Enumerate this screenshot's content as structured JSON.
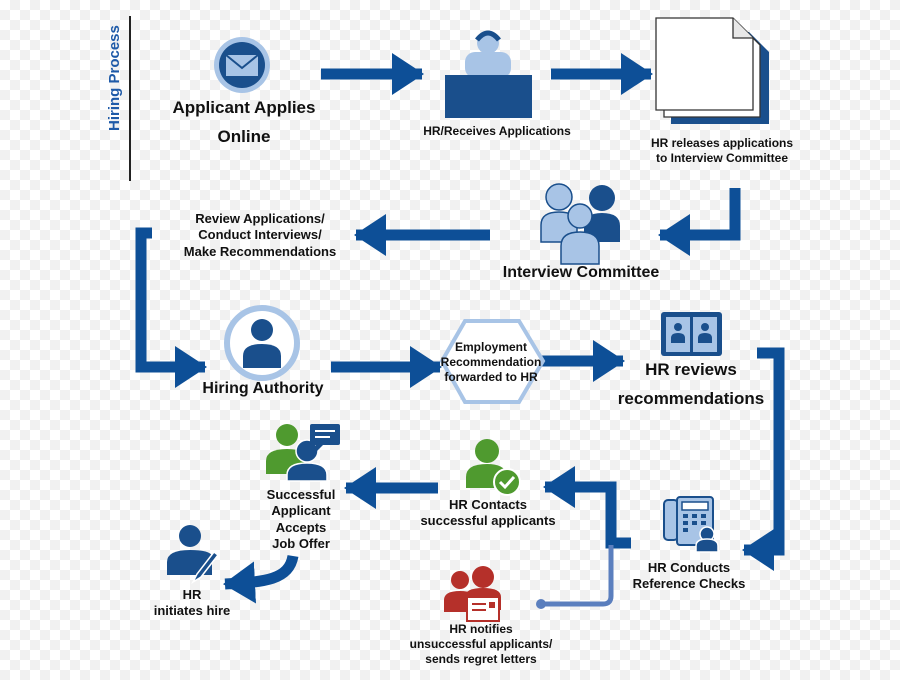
{
  "title": "Hiring Process",
  "steps": {
    "applicant_applies": "Applicant Applies\nOnline",
    "hr_receives": "HR/Receives Applications",
    "hr_releases": "HR releases applications\nto Interview Committee",
    "interview_committee": "Interview Committee",
    "review_applications": "Review Applications/\nConduct Interviews/\nMake Recommendations",
    "hiring_authority": "Hiring Authority",
    "employment_recommendation": "Employment\nRecommendation\nforwarded to HR",
    "hr_reviews": "HR reviews\nrecommendations",
    "hr_reference_checks": "HR Conducts\nReference Checks",
    "hr_contacts": "HR Contacts\nsuccessful applicants",
    "hr_notifies": "HR notifies\nunsuccessful applicants/\nsends regret letters",
    "successful_applicant": "Successful\nApplicant\nAccepts\nJob Offer",
    "hr_initiates": "HR\ninitiates hire"
  },
  "colors": {
    "arrow": "#0d4f97",
    "connector": "#5b7fbe",
    "icon_dark": "#1a4f8c",
    "icon_light": "#a8c4e6",
    "green": "#4f9a2f",
    "red": "#b5302a"
  }
}
